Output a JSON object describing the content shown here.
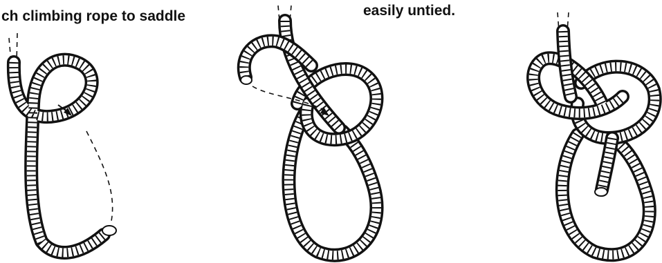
{
  "captions": {
    "left_fragment": "ch climbing rope to saddle",
    "center_fragment": "easily untied."
  },
  "steps": [
    {
      "name": "step-1-loop"
    },
    {
      "name": "step-2-tuck"
    },
    {
      "name": "step-3-finished-knot"
    }
  ]
}
